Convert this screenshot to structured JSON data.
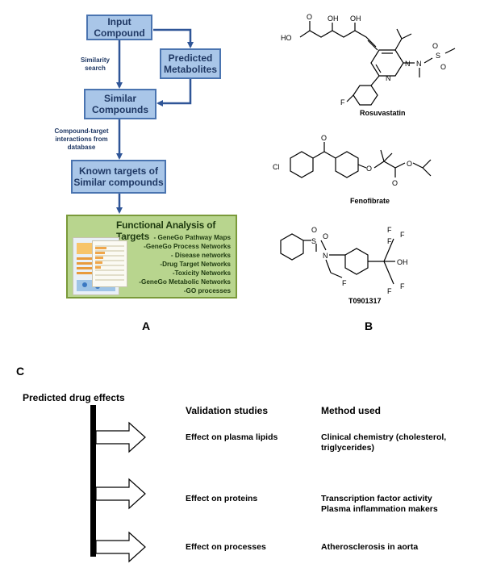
{
  "panel_a": {
    "label": "A",
    "boxes": {
      "input": "Input Compound",
      "predicted": "Predicted Metabolites",
      "similar": "Similar Compounds",
      "known": "Known targets of Similar compounds"
    },
    "edges": {
      "similarity_search": "Similarity search",
      "compound_target": "Compound-target interactions from database"
    },
    "functional_analysis": {
      "title": "Functional Analysis of Targets",
      "items": [
        "- GeneGo Pathway Maps",
        "-GeneGo Process Networks",
        "- Disease networks",
        "-Drug Target Networks",
        "-Toxicity Networks",
        "-GeneGo Metabolic Networks",
        "-GO processes"
      ]
    }
  },
  "panel_b": {
    "label": "B",
    "molecules": [
      "Rosuvastatin",
      "Fenofibrate",
      "T0901317"
    ],
    "atom_labels": {
      "rosuvastatin": [
        "HO",
        "O",
        "OH",
        "OH",
        "F",
        "N",
        "N",
        "N",
        "S",
        "O",
        "O"
      ],
      "fenofibrate": [
        "O",
        "Cl",
        "O",
        "O",
        "O"
      ],
      "t0901317": [
        "S",
        "O",
        "O",
        "N",
        "F",
        "F",
        "F",
        "F",
        "F",
        "F",
        "OH"
      ]
    }
  },
  "panel_c": {
    "label": "C",
    "left_header": "Predicted drug effects",
    "col_headers": {
      "validation": "Validation studies",
      "method": "Method used"
    },
    "rows": [
      {
        "validation": "Effect on plasma lipids",
        "method": "Clinical chemistry (cholesterol, triglycerides)"
      },
      {
        "validation": "Effect on proteins",
        "method": "Transcription factor activity\n Plasma inflammation makers"
      },
      {
        "validation": "Effect on processes",
        "method": "Atherosclerosis in aorta"
      }
    ]
  },
  "colors": {
    "flow_box_fill": "#a9c6e8",
    "flow_box_border": "#4a74b0",
    "flow_text": "#1f3864",
    "arrow": "#2f5597",
    "panel_fill": "#b8d58e"
  }
}
